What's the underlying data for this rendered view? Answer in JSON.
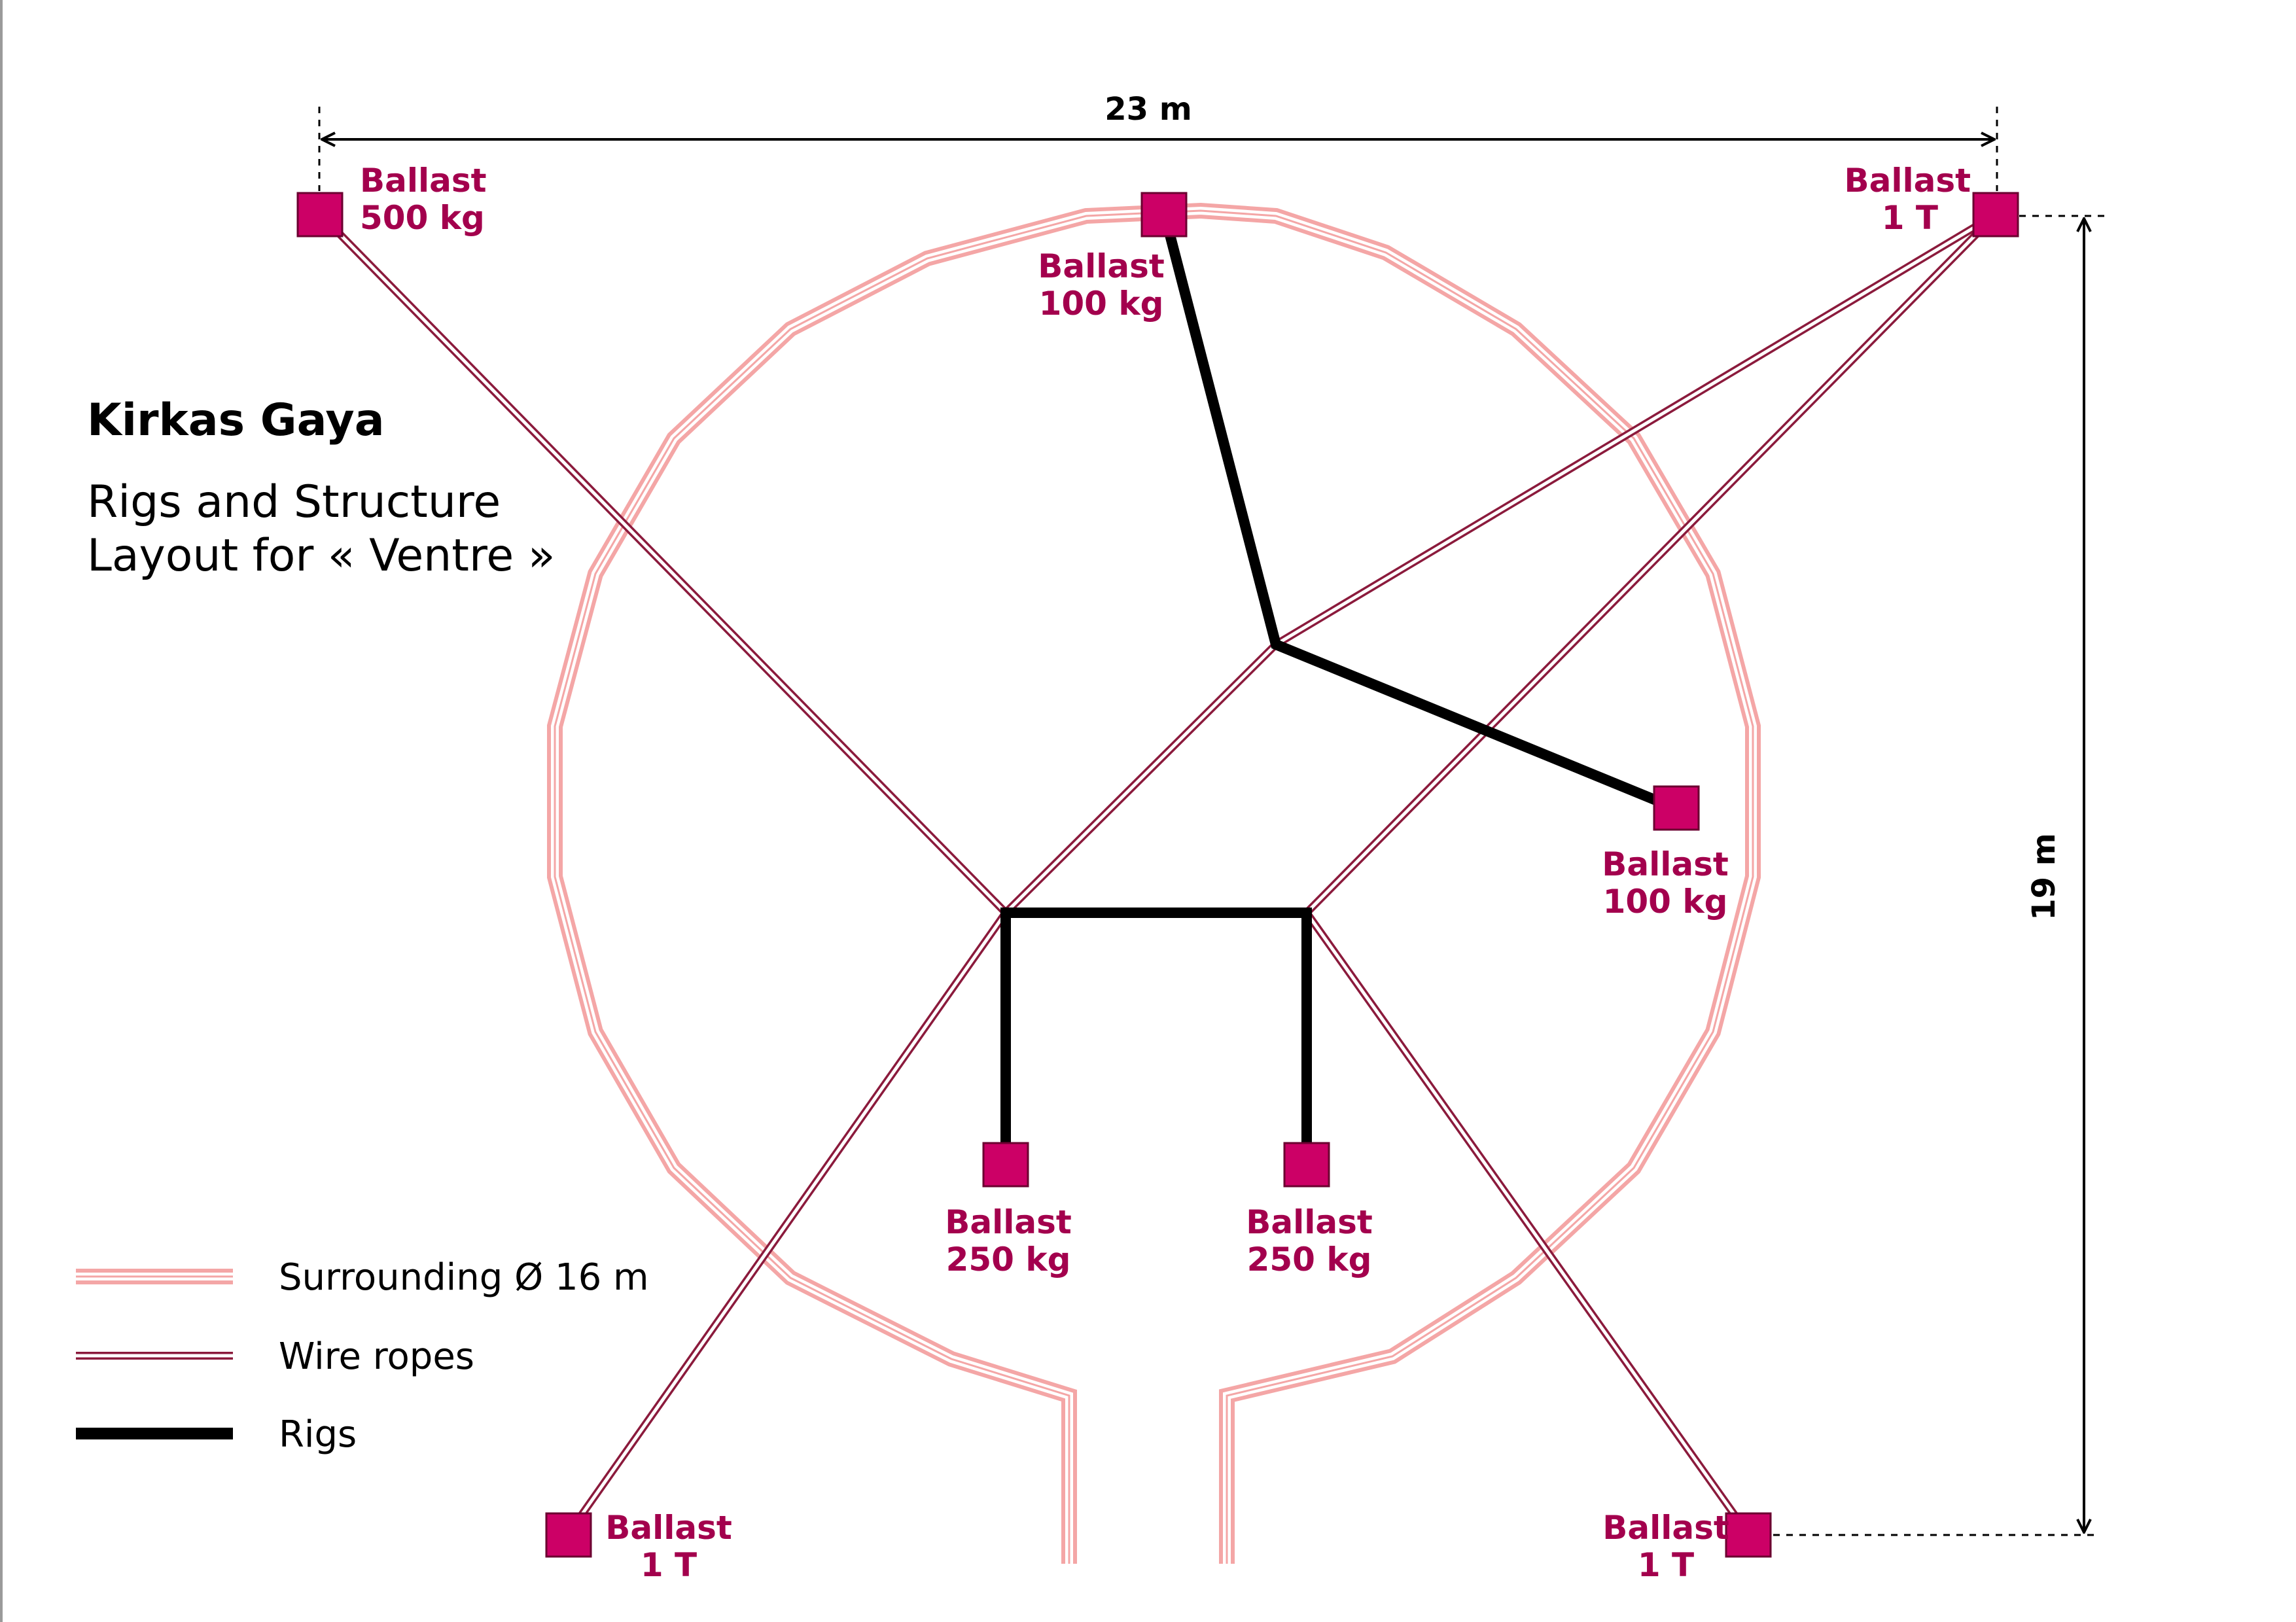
{
  "title": "Kirkas Gaya",
  "subtitle_line1": "Rigs and Structure",
  "subtitle_line2": "Layout for « Ventre »",
  "colors": {
    "surrounding": "#f4a6a6",
    "wire_rope": "#8b1a3c",
    "rig": "#000000",
    "ballast_fill": "#cc0066",
    "ballast_text": "#a3004d"
  },
  "ballasts": {
    "top_left": {
      "line1": "Ballast",
      "line2": "500 kg"
    },
    "top_center": {
      "line1": "Ballast",
      "line2": "100 kg"
    },
    "top_right": {
      "line1": "Ballast",
      "line2": "1 T"
    },
    "mid_right": {
      "line1": "Ballast",
      "line2": "100 kg"
    },
    "bottom_inner_left": {
      "line1": "Ballast",
      "line2": "250 kg"
    },
    "bottom_inner_right": {
      "line1": "Ballast",
      "line2": "250 kg"
    },
    "bottom_left": {
      "line1": "Ballast",
      "line2": "1 T"
    },
    "bottom_right": {
      "line1": "Ballast",
      "line2": "1 T"
    }
  },
  "dimensions": {
    "width": "23 m",
    "height": "19 m"
  },
  "legend": [
    {
      "label": "Surrounding Ø 16 m",
      "style": "surrounding"
    },
    {
      "label": "Wire ropes",
      "style": "wire_rope"
    },
    {
      "label": "Rigs",
      "style": "rig"
    }
  ]
}
